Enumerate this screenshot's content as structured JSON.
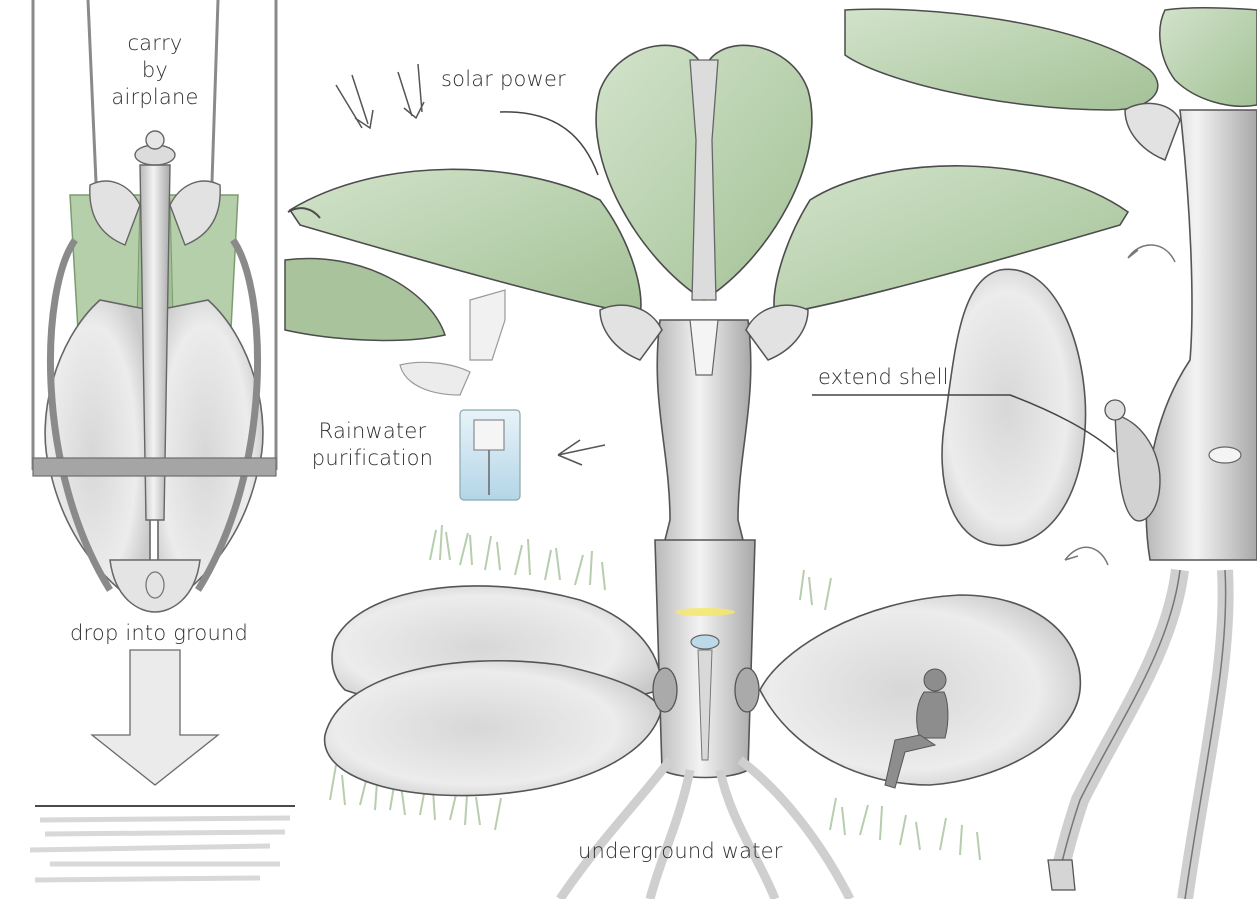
{
  "labels": {
    "carry": [
      "carry",
      "by",
      "airplane"
    ],
    "drop": "drop into ground",
    "solar": "solar power",
    "rainwater": [
      "Rainwater",
      "purification"
    ],
    "extend": "extend shell",
    "underground": "underground water"
  },
  "colors": {
    "leaf_light": "#c9dcc1",
    "leaf_mid": "#a9c59d",
    "leaf_dark": "#8fae83",
    "body_light": "#eeeeee",
    "body_mid": "#cfcfcf",
    "body_dark": "#9d9d9d",
    "outline": "#555555",
    "grass": "#a9c4a0",
    "water": "#bcd9ea",
    "glow": "#f6e86a"
  }
}
